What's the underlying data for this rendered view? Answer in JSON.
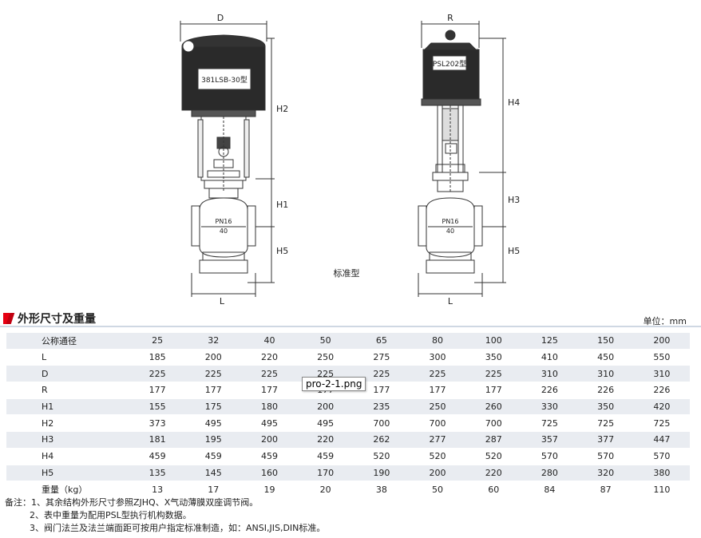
{
  "drawing": {
    "left_actuator_label": "381LSB-30型",
    "right_actuator_label": "PSL202型",
    "center_caption": "标准型",
    "dim_D": "D",
    "dim_R": "R",
    "dim_L_left": "L",
    "dim_L_right": "L",
    "dim_H1": "H1",
    "dim_H2": "H2",
    "dim_H3": "H3",
    "dim_H4": "H4",
    "dim_H5_left": "H5",
    "dim_H5_right": "H5",
    "valve_left_pn": "PN16",
    "valve_left_dn": "40",
    "valve_right_pn": "PN16",
    "valve_right_dn": "40"
  },
  "section": {
    "title": "外形尺寸及重量",
    "unit": "单位：mm"
  },
  "table": {
    "rows": [
      {
        "label": "公称通径",
        "values": [
          "25",
          "32",
          "40",
          "50",
          "65",
          "80",
          "100",
          "125",
          "150",
          "200"
        ]
      },
      {
        "label": "L",
        "values": [
          "185",
          "200",
          "220",
          "250",
          "275",
          "300",
          "350",
          "410",
          "450",
          "550"
        ]
      },
      {
        "label": "D",
        "values": [
          "225",
          "225",
          "225",
          "225",
          "225",
          "225",
          "225",
          "310",
          "310",
          "310"
        ]
      },
      {
        "label": "R",
        "values": [
          "177",
          "177",
          "177",
          "177",
          "177",
          "177",
          "177",
          "226",
          "226",
          "226"
        ]
      },
      {
        "label": "H1",
        "values": [
          "155",
          "175",
          "180",
          "200",
          "235",
          "250",
          "260",
          "330",
          "350",
          "420"
        ]
      },
      {
        "label": "H2",
        "values": [
          "373",
          "495",
          "495",
          "495",
          "700",
          "700",
          "700",
          "725",
          "725",
          "725"
        ]
      },
      {
        "label": "H3",
        "values": [
          "181",
          "195",
          "200",
          "220",
          "262",
          "277",
          "287",
          "357",
          "377",
          "447"
        ]
      },
      {
        "label": "H4",
        "values": [
          "459",
          "459",
          "459",
          "459",
          "520",
          "520",
          "520",
          "570",
          "570",
          "570"
        ]
      },
      {
        "label": "H5",
        "values": [
          "135",
          "145",
          "160",
          "170",
          "190",
          "200",
          "220",
          "280",
          "320",
          "380"
        ]
      },
      {
        "label": "重量（kg）",
        "values": [
          "13",
          "17",
          "19",
          "20",
          "38",
          "50",
          "60",
          "84",
          "87",
          "110"
        ]
      }
    ]
  },
  "tooltip": "pro-2-1.png",
  "notes": {
    "line1": "备注：1、其余结构外形尺寸参照ZJHQ、X气动薄膜双座调节阀。",
    "line2": "2、表中重量为配用PSL型执行机构数据。",
    "line3": "3、阀门法兰及法兰端面距可按用户指定标准制造，如：ANSI,JIS,DIN标准。"
  },
  "colors": {
    "accent": "#e60012",
    "row_shade": "#e9ecf1",
    "actuator_fill": "#1f1f1f"
  }
}
